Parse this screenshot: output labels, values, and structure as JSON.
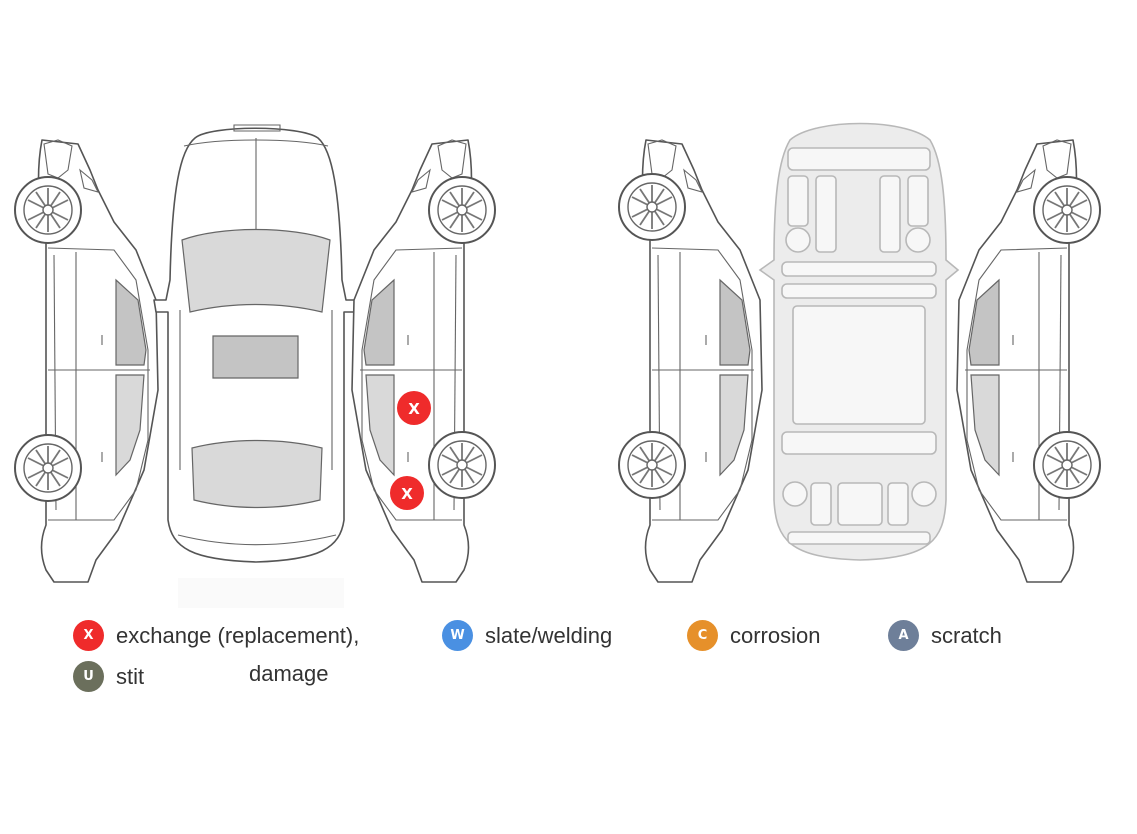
{
  "markers": [
    {
      "symbol": "X",
      "color": "#ef2b2b"
    },
    {
      "symbol": "X",
      "color": "#ef2b2b"
    }
  ],
  "legend": {
    "items": [
      {
        "symbol": "X",
        "label": "exchange (replacement),",
        "color": "#ef2b2b"
      },
      {
        "symbol": "W",
        "label": "slate/welding",
        "color": "#4a90e2"
      },
      {
        "symbol": "C",
        "label": "corrosion",
        "color": "#e6902a"
      },
      {
        "symbol": "A",
        "label": "scratch",
        "color": "#6e7f99"
      },
      {
        "symbol": "U",
        "label": "stit",
        "color": "#6b6f5c"
      }
    ],
    "extra_label": "damage"
  }
}
